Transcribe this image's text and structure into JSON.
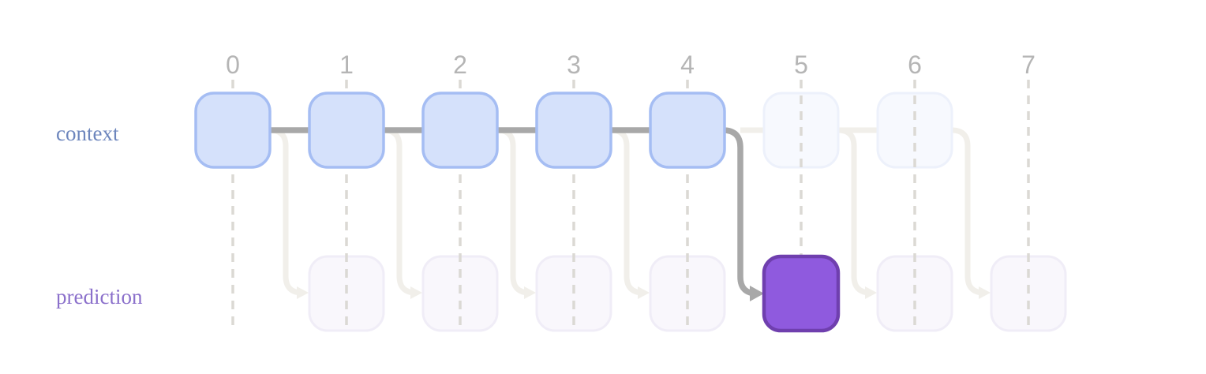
{
  "diagram": {
    "rows": [
      {
        "id": "context",
        "label": "context"
      },
      {
        "id": "prediction",
        "label": "prediction"
      }
    ],
    "columns": [
      "0",
      "1",
      "2",
      "3",
      "4",
      "5",
      "6",
      "7"
    ],
    "context_boxes": [
      {
        "col": 0,
        "state": "active"
      },
      {
        "col": 1,
        "state": "active"
      },
      {
        "col": 2,
        "state": "active"
      },
      {
        "col": 3,
        "state": "active"
      },
      {
        "col": 4,
        "state": "active"
      },
      {
        "col": 5,
        "state": "faded"
      },
      {
        "col": 6,
        "state": "faded"
      }
    ],
    "prediction_boxes": [
      {
        "col": 1,
        "state": "faded"
      },
      {
        "col": 2,
        "state": "faded"
      },
      {
        "col": 3,
        "state": "faded"
      },
      {
        "col": 4,
        "state": "faded"
      },
      {
        "col": 5,
        "state": "highlighted"
      },
      {
        "col": 6,
        "state": "faded"
      },
      {
        "col": 7,
        "state": "faded"
      }
    ],
    "connections": [
      {
        "from": 0,
        "to": 1,
        "state": "faded"
      },
      {
        "from": 1,
        "to": 2,
        "state": "faded"
      },
      {
        "from": 2,
        "to": 3,
        "state": "faded"
      },
      {
        "from": 3,
        "to": 4,
        "state": "faded"
      },
      {
        "from": 4,
        "to": 5,
        "state": "active"
      },
      {
        "from": 5,
        "to": 6,
        "state": "faded"
      },
      {
        "from": 6,
        "to": 7,
        "state": "faded"
      }
    ],
    "faded_trunk": {
      "from_col": 4,
      "to_col": 6
    },
    "colors": {
      "background": "#ffffff",
      "active_box_fill": "#d5e1fb",
      "active_box_border": "#a5bdf3",
      "highlight_box_fill": "#8f5ade",
      "highlight_box_border": "#6f3fae",
      "faded_context_fill": "#f7f9fe",
      "faded_context_border": "#edf1fb",
      "faded_prediction_fill": "#f9f7fc",
      "faded_prediction_border": "#f0edf7",
      "active_line": "#a8a8a8",
      "faded_line": "#f1efea",
      "dash_line": "#dbd9d4",
      "number_text": "#b5b5b5",
      "context_label": "#6d86bd",
      "prediction_label": "#8b70cb"
    }
  }
}
